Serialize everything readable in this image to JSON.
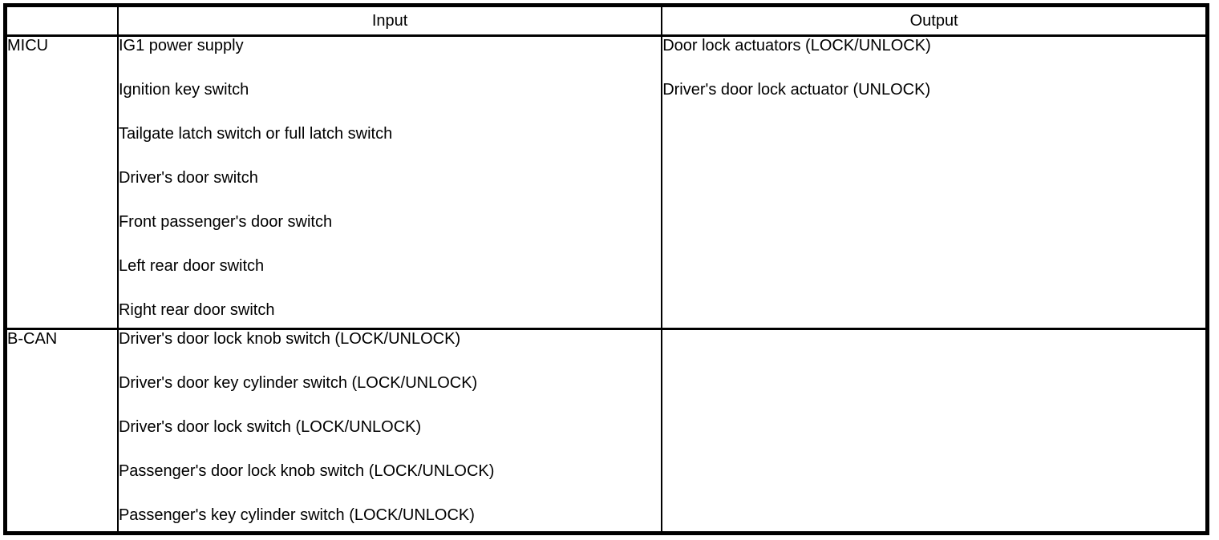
{
  "table": {
    "headers": {
      "source": "",
      "input": "Input",
      "output": "Output"
    },
    "rows": [
      {
        "source": "MICU",
        "inputs": [
          "IG1 power supply",
          "Ignition key switch",
          "Tailgate latch switch or full latch switch",
          "Driver's door switch",
          "Front passenger's door switch",
          "Left rear door switch",
          "Right rear door switch"
        ],
        "outputs": [
          "Door lock actuators (LOCK/UNLOCK)",
          "Driver's door lock actuator (UNLOCK)"
        ]
      },
      {
        "source": "B-CAN",
        "inputs": [
          "Driver's door lock knob switch (LOCK/UNLOCK)",
          "Driver's door key cylinder switch (LOCK/UNLOCK)",
          "Driver's door lock switch (LOCK/UNLOCK)",
          "Passenger's door lock knob switch (LOCK/UNLOCK)",
          "Passenger's key cylinder switch (LOCK/UNLOCK)"
        ],
        "outputs": []
      }
    ]
  },
  "colors": {
    "border": "#000000",
    "background": "#ffffff",
    "text": "#000000"
  }
}
